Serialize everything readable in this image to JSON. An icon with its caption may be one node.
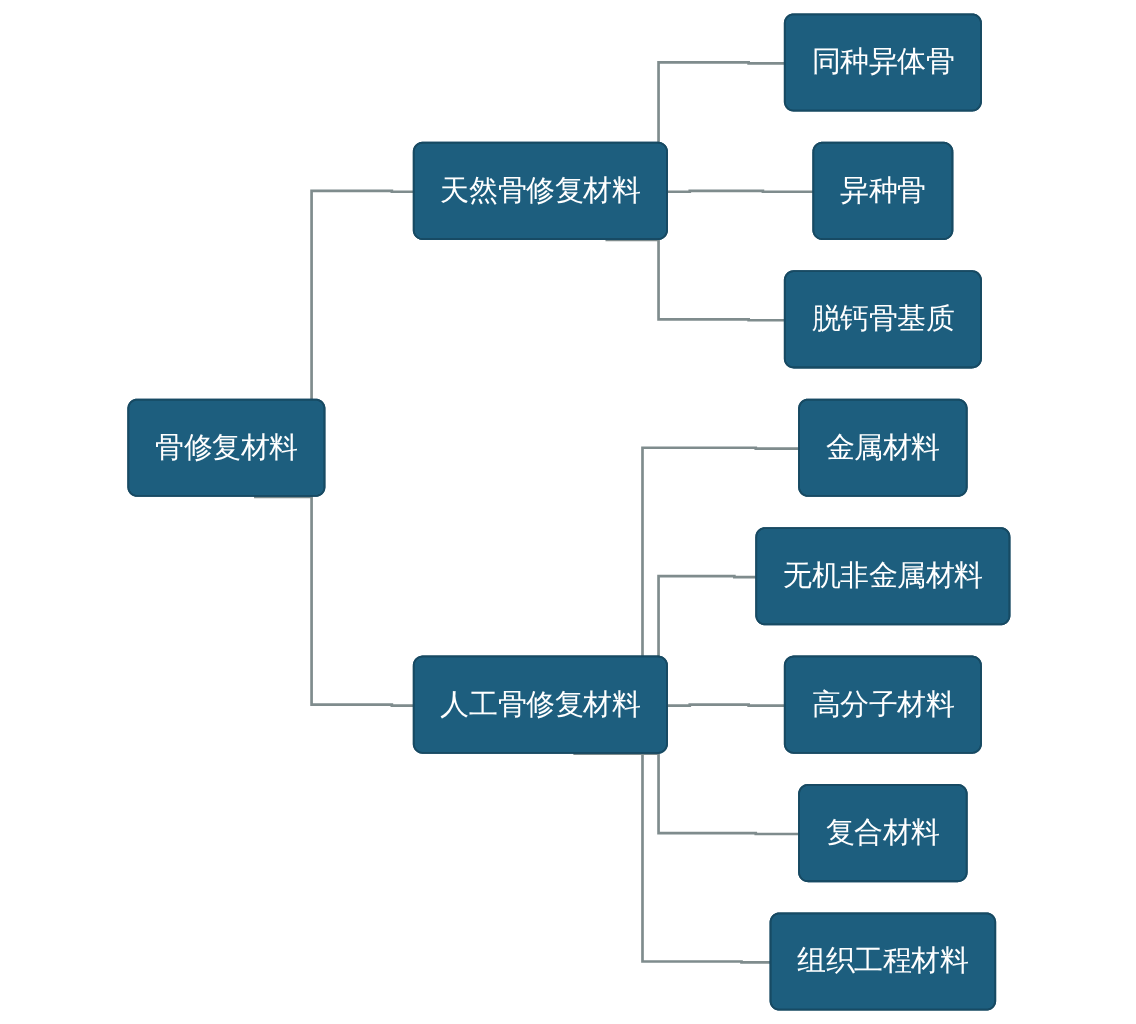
{
  "diagram": {
    "nodes": [
      {
        "text": [
          "骨修复材料"
        ]
      },
      {
        "text": [
          "天然骨修复材料"
        ]
      },
      {
        "text": [
          "同种异体骨"
        ]
      },
      {
        "text": [
          "异种骨"
        ]
      },
      {
        "text": [
          "脱钙骨基质"
        ]
      },
      {
        "text": [
          "人工骨修复材料"
        ]
      },
      {
        "text": [
          "金属材料"
        ]
      },
      {
        "text": [
          "无机非金属材料"
        ]
      },
      {
        "text": [
          "高分子材料"
        ]
      },
      {
        "text": [
          "复合材料"
        ]
      },
      {
        "text": [
          "组织工程材料"
        ]
      }
    ],
    "edges": [
      {
        "from": 0,
        "to": 1,
        "arrow": "none"
      },
      {
        "from": 0,
        "to": 5,
        "arrow": "none"
      },
      {
        "from": 1,
        "to": 2,
        "arrow": "none"
      },
      {
        "from": 1,
        "to": 3,
        "arrow": "none"
      },
      {
        "from": 1,
        "to": 4,
        "arrow": "none"
      },
      {
        "from": 5,
        "to": 6,
        "arrow": "none"
      },
      {
        "from": 5,
        "to": 7,
        "arrow": "none"
      },
      {
        "from": 5,
        "to": 8,
        "arrow": "none"
      },
      {
        "from": 5,
        "to": 9,
        "arrow": "none"
      },
      {
        "from": 5,
        "to": 10,
        "arrow": "none"
      }
    ]
  }
}
